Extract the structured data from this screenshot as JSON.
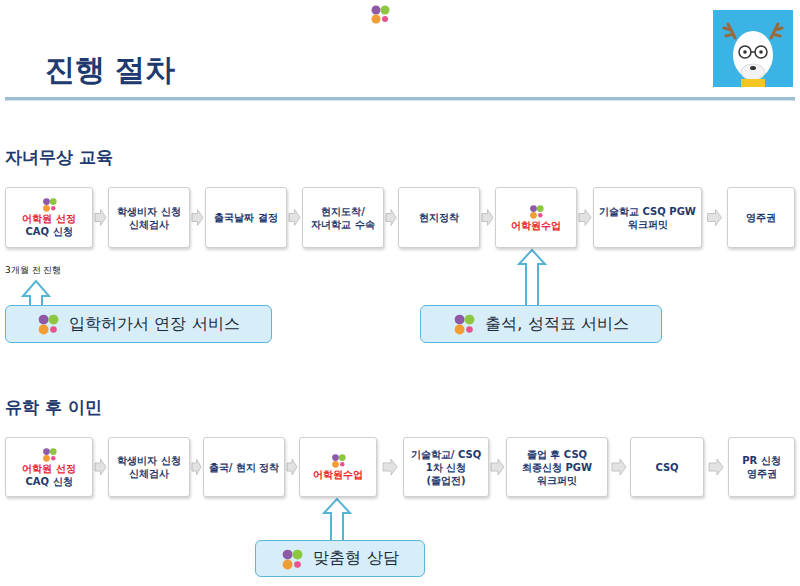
{
  "diagram": {
    "title": "진행 절차",
    "nodes": [
      {
        "text": [
          "어학원 선정",
          "CAQ 신청"
        ]
      },
      {
        "text": [
          "학생비자 신청 신체검사"
        ]
      },
      {
        "text": [
          "출국날짜 결정"
        ]
      },
      {
        "text": [
          "현지도착/ 자녀학교 수속"
        ]
      },
      {
        "text": [
          "현지정착"
        ]
      },
      {
        "text": [
          "어학원수업"
        ]
      },
      {
        "text": [
          "기술학교 CSQ PGW 워크퍼밋"
        ]
      },
      {
        "text": [
          "영주권"
        ]
      },
      {
        "text": [
          "입학허가서 연장 서비스"
        ]
      },
      {
        "text": [
          "출석, 성적표 서비스"
        ]
      },
      {
        "text": [
          "어학원 선정",
          "CAQ 신청"
        ]
      },
      {
        "text": [
          "학생비자 신청 신체검사"
        ]
      },
      {
        "text": [
          "출국/ 현지 정착"
        ]
      },
      {
        "text": [
          "어학원수업"
        ]
      },
      {
        "text": [
          "기술학교/ CSQ 1차 신청(졸업전)"
        ]
      },
      {
        "text": [
          "졸업 후 CSQ 최종신청 PGW 워크퍼밋"
        ]
      },
      {
        "text": [
          "CSQ"
        ]
      },
      {
        "text": [
          "PR 신청 영주권"
        ]
      },
      {
        "text": [
          "맞춤형 상담"
        ]
      }
    ],
    "edges": [
      {
        "from": 0,
        "to": 1,
        "arrow": "to"
      },
      {
        "from": 1,
        "to": 2,
        "arrow": "to"
      },
      {
        "from": 2,
        "to": 3,
        "arrow": "to"
      },
      {
        "from": 3,
        "to": 4,
        "arrow": "to"
      },
      {
        "from": 4,
        "to": 5,
        "arrow": "to"
      },
      {
        "from": 5,
        "to": 6,
        "arrow": "to"
      },
      {
        "from": 6,
        "to": 7,
        "arrow": "to"
      },
      {
        "from": 9,
        "to": 5,
        "arrow": "to"
      },
      {
        "from": 10,
        "to": 11,
        "arrow": "to"
      },
      {
        "from": 11,
        "to": 12,
        "arrow": "to"
      },
      {
        "from": 12,
        "to": 13,
        "arrow": "to"
      },
      {
        "from": 13,
        "to": 14,
        "arrow": "to"
      },
      {
        "from": 14,
        "to": 15,
        "arrow": "to"
      },
      {
        "from": 15,
        "to": 16,
        "arrow": "to"
      },
      {
        "from": 16,
        "to": 17,
        "arrow": "to"
      },
      {
        "from": 18,
        "to": 13,
        "arrow": "to"
      }
    ],
    "labels": [
      "자녀무상 교육",
      "3개월 전 진행",
      "유학 후 이민"
    ]
  }
}
